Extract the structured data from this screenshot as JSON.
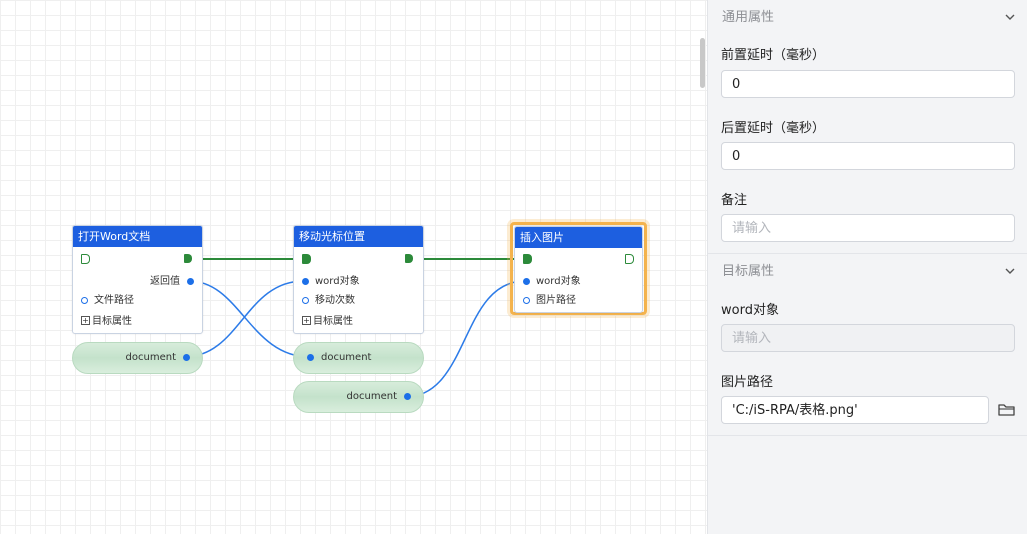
{
  "canvas": {
    "nodes": {
      "open_word": {
        "title": "打开Word文档",
        "out_return": "返回值",
        "in_file_path": "文件路径",
        "target_props": "目标属性"
      },
      "move_cursor": {
        "title": "移动光标位置",
        "in_word_obj": "word对象",
        "in_move_count": "移动次数",
        "target_props": "目标属性"
      },
      "insert_image": {
        "title": "插入图片",
        "in_word_obj": "word对象",
        "in_image_path": "图片路径"
      }
    },
    "variables": {
      "var1": "document",
      "var2": "document",
      "var3": "document"
    },
    "plus_glyph": "+"
  },
  "panel": {
    "general": {
      "title": "通用属性",
      "pre_delay_label": "前置延时（毫秒）",
      "pre_delay_value": "0",
      "post_delay_label": "后置延时（毫秒）",
      "post_delay_value": "0",
      "remark_label": "备注",
      "remark_placeholder": "请输入"
    },
    "target": {
      "title": "目标属性",
      "word_obj_label": "word对象",
      "word_obj_placeholder": "请输入",
      "image_path_label": "图片路径",
      "image_path_value": "'C:/iS-RPA/表格.png'"
    },
    "icons": {
      "collapse": "chevron-down-icon",
      "browse": "folder-icon"
    }
  },
  "colors": {
    "node_header": "#1d5fe0",
    "flow_line": "#2c8a3a",
    "data_line": "#2c7be8",
    "selected": "#f4b34d",
    "variable_pill": "#c4e2cb"
  }
}
